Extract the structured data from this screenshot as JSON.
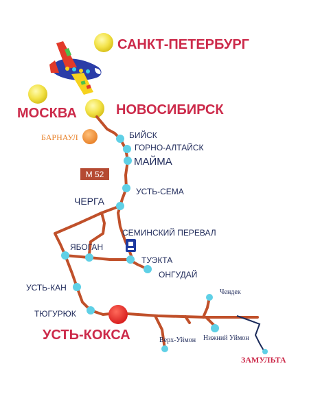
{
  "cities": {
    "spb": "САНКТ-ПЕТЕРБУРГ",
    "moscow": "МОСКВА",
    "novosibirsk": "НОВОСИБИРСК",
    "barnaul": "БАРНАУЛ"
  },
  "road_label": "М 52",
  "places": {
    "biysk": "БИЙСК",
    "gorno_altaysk": "ГОРНО-АЛТАЙСК",
    "mayma": "МАЙМА",
    "ust_sema": "УСТЬ-СЕМА",
    "cherga": "ЧЕРГА",
    "seminsky_pass": "СЕМИНСКИЙ ПЕРЕВАЛ",
    "yabogan": "ЯБОГАН",
    "tuekta": "ТУЭКТА",
    "ongudai": "ОНГУДАЙ",
    "ust_kan": "УСТЬ-КАН",
    "tyugyuryuk": "ТЮГУРЮК",
    "ust_koksa": "УСТЬ-КОКСА",
    "chendek": "Чендек",
    "verh_uimon": "Верх-Уймон",
    "nizhny_uimon": "Нижний Уймон",
    "zamulta": "ЗАМУЛЬТА"
  },
  "colors": {
    "road": "#c0502a",
    "river": "#1a2a5a",
    "stop": "#5fd0e6",
    "title_red": "#cc2a4a",
    "navy": "#1f2a5a",
    "barnaul": "#f0903a",
    "ust_koksa": "#e8262a",
    "sun": "#f3e34a"
  },
  "icons": [
    "plane-icon",
    "fuel-station-icon"
  ]
}
